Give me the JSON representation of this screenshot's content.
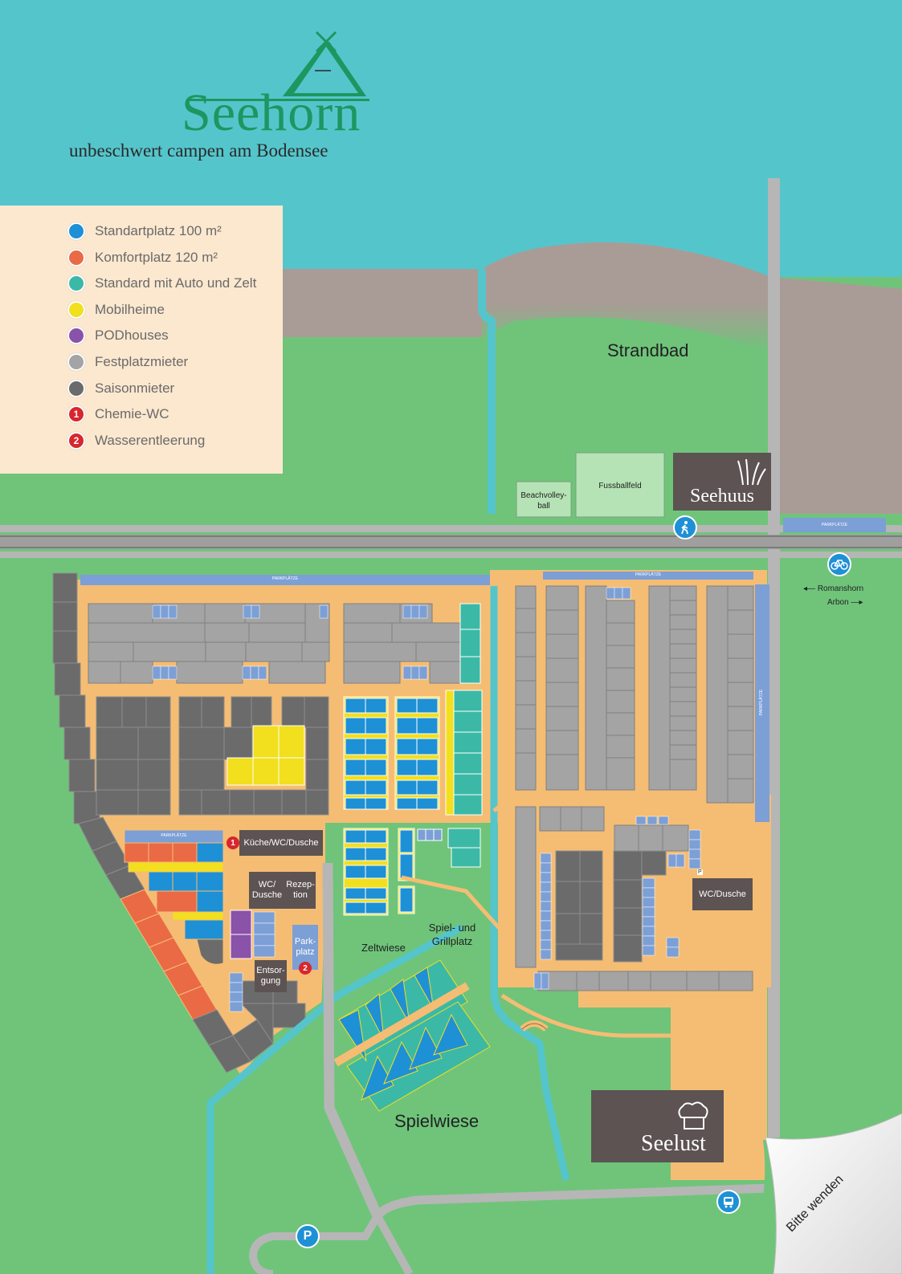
{
  "brand": {
    "name": "Seehorn",
    "tagline": "unbeschwert campen am Bodensee",
    "color": "#1e9660"
  },
  "legend": [
    {
      "label": "Standartplatz 100 m²",
      "color": "#1e90d6",
      "badge": ""
    },
    {
      "label": "Komfortplatz 120 m²",
      "color": "#ea6a45",
      "badge": ""
    },
    {
      "label": "Standard mit Auto und Zelt",
      "color": "#3bb9a6",
      "badge": ""
    },
    {
      "label": "Mobilheime",
      "color": "#f2df1e",
      "badge": ""
    },
    {
      "label": "PODhouses",
      "color": "#8a52a8",
      "badge": ""
    },
    {
      "label": "Festplatzmieter",
      "color": "#a4a4a4",
      "badge": ""
    },
    {
      "label": "Saisonmieter",
      "color": "#6b6b6b",
      "badge": ""
    },
    {
      "label": "Chemie-WC",
      "color": "#d8262d",
      "badge": "1"
    },
    {
      "label": "Wasserentleerung",
      "color": "#d8262d",
      "badge": "2"
    }
  ],
  "areas": {
    "strandbad": "Strandbad",
    "zeltwiese": "Zeltwiese",
    "spielgrill": "Spiel- und Grillplatz",
    "spielwiese": "Spielwiese"
  },
  "facilities": {
    "beachvolley": "Beachvolley-ball",
    "fussball": "Fussballfeld",
    "seehuus": "Seehuus",
    "seelust": "Seelust",
    "kueche": "Küche/WC/Dusche",
    "wc_dusche_left": "WC/ Dusche",
    "rezeption": "Rezep- tion",
    "parkplatz": "Park- platz",
    "entsorgung": "Entsor- gung",
    "wc_dusche_right": "WC/Dusche"
  },
  "directions": {
    "romanshorn": "Romanshorn",
    "arbon": "Arbon"
  },
  "parking_strip_label": "PARKPLÄTZE",
  "parking_symbol": "P",
  "small_p": "P",
  "page_turn": "Bitte wenden",
  "icons": {
    "walk": "pedestrian-icon",
    "bike": "bicycle-icon",
    "bus": "bus-icon",
    "parking": "parking-icon"
  },
  "colors": {
    "lake": "#55c5cc",
    "grass": "#6fc47a",
    "beach": "#a99c96",
    "path": "#f5bd73",
    "road": "#b6b6b6",
    "building": "#5c5352"
  }
}
